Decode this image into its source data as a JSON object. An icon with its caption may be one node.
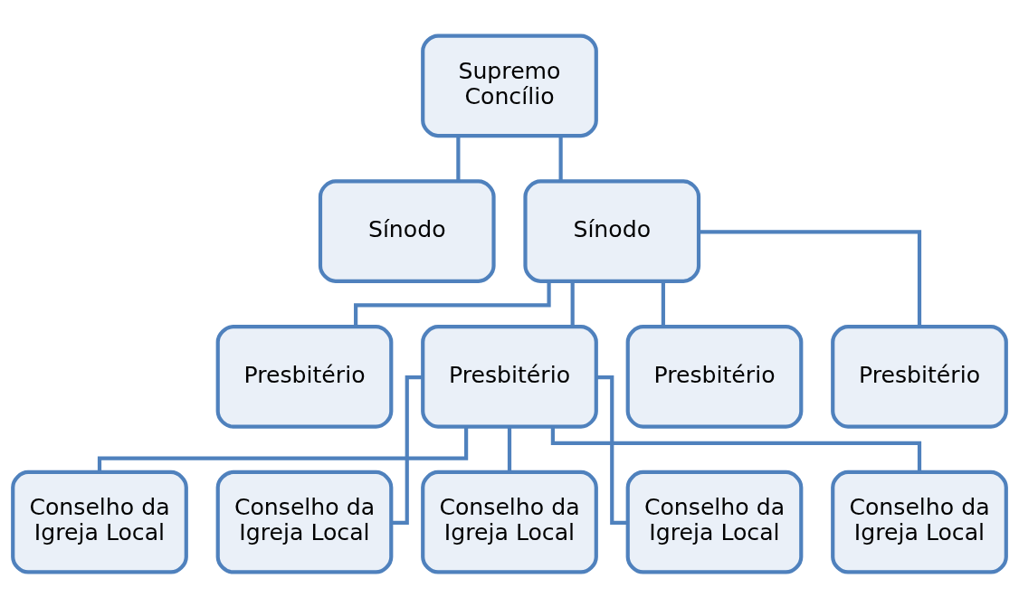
{
  "diagram": {
    "nodes": [
      {
        "text": [
          "Supremo Concílio"
        ]
      },
      {
        "text": [
          "Sínodo"
        ]
      },
      {
        "text": [
          "Sínodo"
        ]
      },
      {
        "text": [
          "Presbitério"
        ]
      },
      {
        "text": [
          "Presbitério"
        ]
      },
      {
        "text": [
          "Presbitério"
        ]
      },
      {
        "text": [
          "Presbitério"
        ]
      },
      {
        "text": [
          "Conselho da Igreja Local"
        ]
      },
      {
        "text": [
          "Conselho da Igreja Local"
        ]
      },
      {
        "text": [
          "Conselho da Igreja Local"
        ]
      },
      {
        "text": [
          "Conselho da Igreja Local"
        ]
      },
      {
        "text": [
          "Conselho da Igreja Local"
        ]
      }
    ],
    "edges": [
      {
        "from": 0,
        "to": 1,
        "arrow": "none"
      },
      {
        "from": 0,
        "to": 2,
        "arrow": "none"
      },
      {
        "from": 2,
        "to": 3,
        "arrow": "none"
      },
      {
        "from": 2,
        "to": 4,
        "arrow": "none"
      },
      {
        "from": 2,
        "to": 5,
        "arrow": "none"
      },
      {
        "from": 2,
        "to": 6,
        "arrow": "none"
      },
      {
        "from": 4,
        "to": 7,
        "arrow": "none"
      },
      {
        "from": 4,
        "to": 8,
        "arrow": "none"
      },
      {
        "from": 4,
        "to": 9,
        "arrow": "none"
      },
      {
        "from": 4,
        "to": 10,
        "arrow": "none"
      },
      {
        "from": 4,
        "to": 11,
        "arrow": "none"
      }
    ]
  }
}
